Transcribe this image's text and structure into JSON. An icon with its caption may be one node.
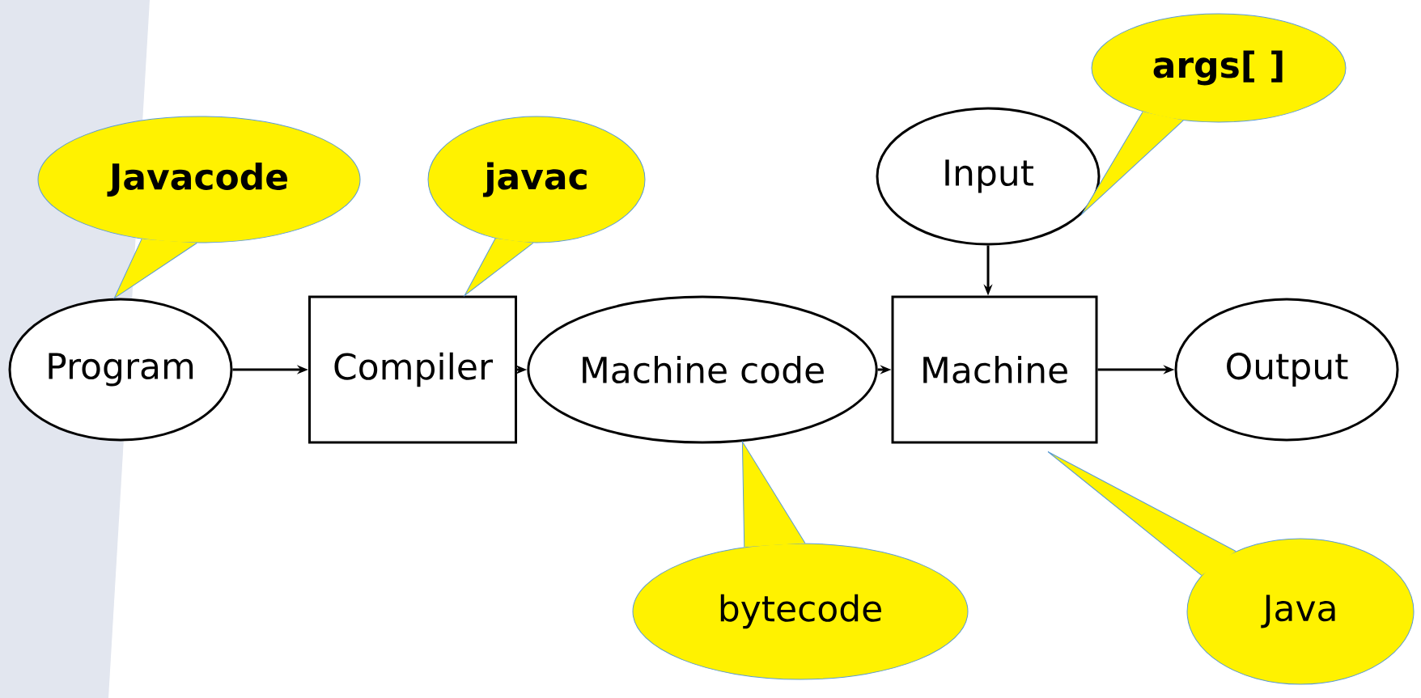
{
  "diagram": {
    "nodes": [
      {
        "text": [
          "Program"
        ]
      },
      {
        "text": [
          "Compiler"
        ]
      },
      {
        "text": [
          "Machine code"
        ]
      },
      {
        "text": [
          "Machine"
        ]
      },
      {
        "text": [
          "Output"
        ]
      },
      {
        "text": [
          "Input"
        ]
      },
      {
        "text": [
          "Javacode"
        ]
      },
      {
        "text": [
          "javac"
        ]
      },
      {
        "text": [
          "args[ ]"
        ]
      },
      {
        "text": [
          "bytecode"
        ]
      },
      {
        "text": [
          "Java"
        ]
      }
    ],
    "edges": [
      {
        "from": 0,
        "to": 1,
        "arrow": "to"
      },
      {
        "from": 1,
        "to": 2,
        "arrow": "to"
      },
      {
        "from": 2,
        "to": 3,
        "arrow": "to"
      },
      {
        "from": 3,
        "to": 4,
        "arrow": "to"
      },
      {
        "from": 5,
        "to": 3,
        "arrow": "to"
      }
    ]
  }
}
